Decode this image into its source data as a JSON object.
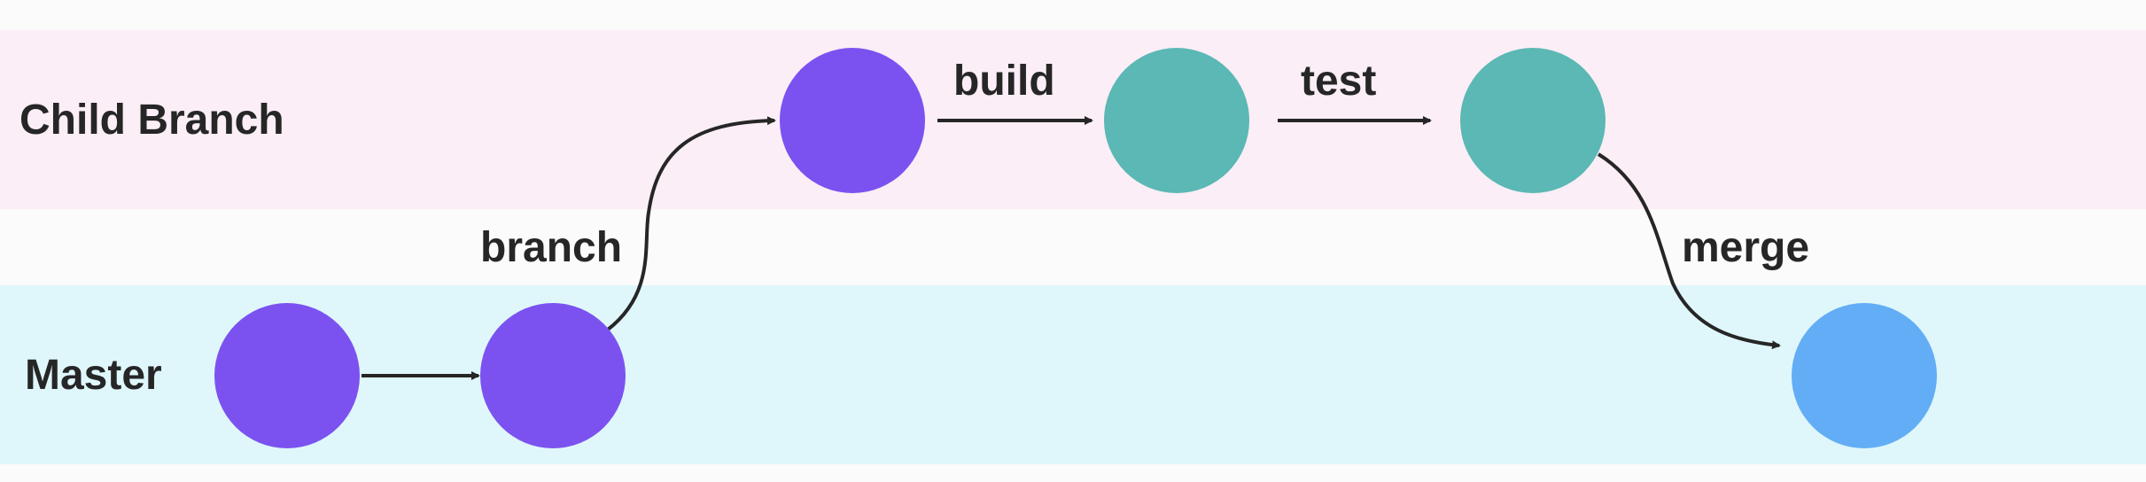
{
  "lanes": {
    "child_label": "Child Branch",
    "master_label": "Master"
  },
  "edges": {
    "branch_label": "branch",
    "build_label": "build",
    "test_label": "test",
    "merge_label": "merge"
  },
  "colors": {
    "child_lane_bg": "#fbeef6",
    "master_lane_bg": "#dff7fb",
    "commit_purple": "#7b52f0",
    "commit_teal": "#5bb8b4",
    "commit_blue": "#63adf6",
    "arrow": "#262626"
  }
}
